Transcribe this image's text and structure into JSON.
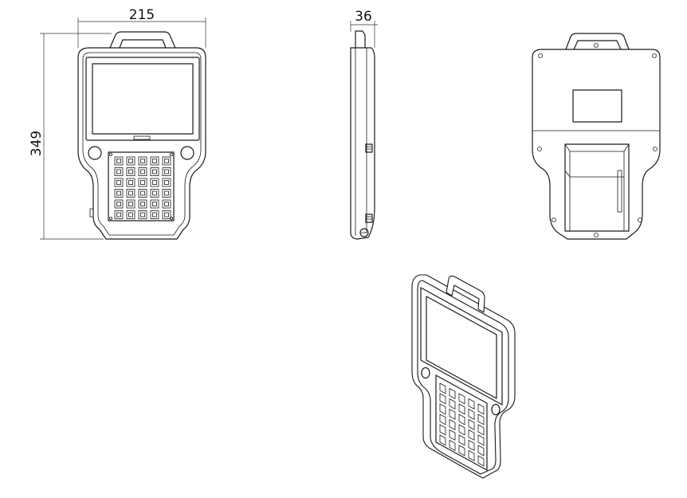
{
  "dimensions": {
    "width": "215",
    "height": "349",
    "depth": "36"
  },
  "keypad": {
    "rows": 6,
    "cols": 5
  },
  "colors": {
    "line": "#1a1a1a",
    "background": "#ffffff"
  }
}
